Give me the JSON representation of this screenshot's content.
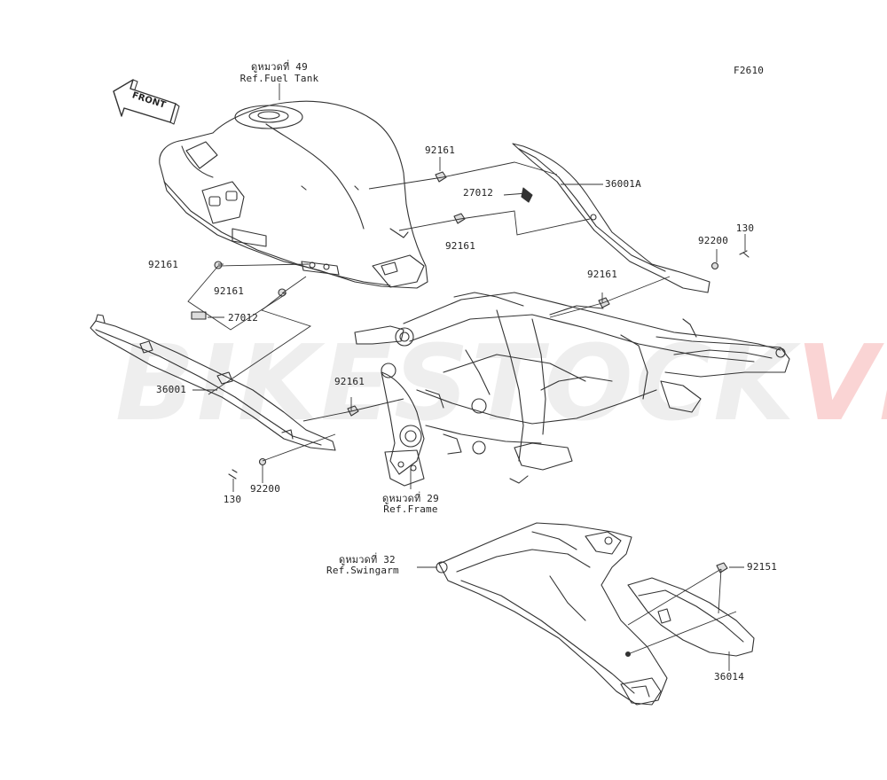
{
  "figure_code": "F2610",
  "front_label": "FRONT",
  "watermark": {
    "main": "BIKESTOCK",
    "accent": "VN",
    "accent_color": "#e63c3c"
  },
  "references": {
    "fuel_tank": {
      "line1": "ดูหมวดที่ 49",
      "line2": "Ref.Fuel Tank"
    },
    "frame": {
      "line1": "ดูหมวดที่ 29",
      "line2": "Ref.Frame"
    },
    "swingarm": {
      "line1": "ดูหมวดที่ 32",
      "line2": "Ref.Swingarm"
    }
  },
  "parts": {
    "p92161_top": "92161",
    "p27012_right": "27012",
    "p36001A": "36001A",
    "p92161_mid": "92161",
    "p130_right": "130",
    "p92200_right": "92200",
    "p92161_left1": "92161",
    "p92161_left2": "92161",
    "p27012_left": "27012",
    "p92161_frame": "92161",
    "p36001": "36001",
    "p92161_lower": "92161",
    "p92200_left": "92200",
    "p130_left": "130",
    "p92151": "92151",
    "p36014": "36014"
  }
}
